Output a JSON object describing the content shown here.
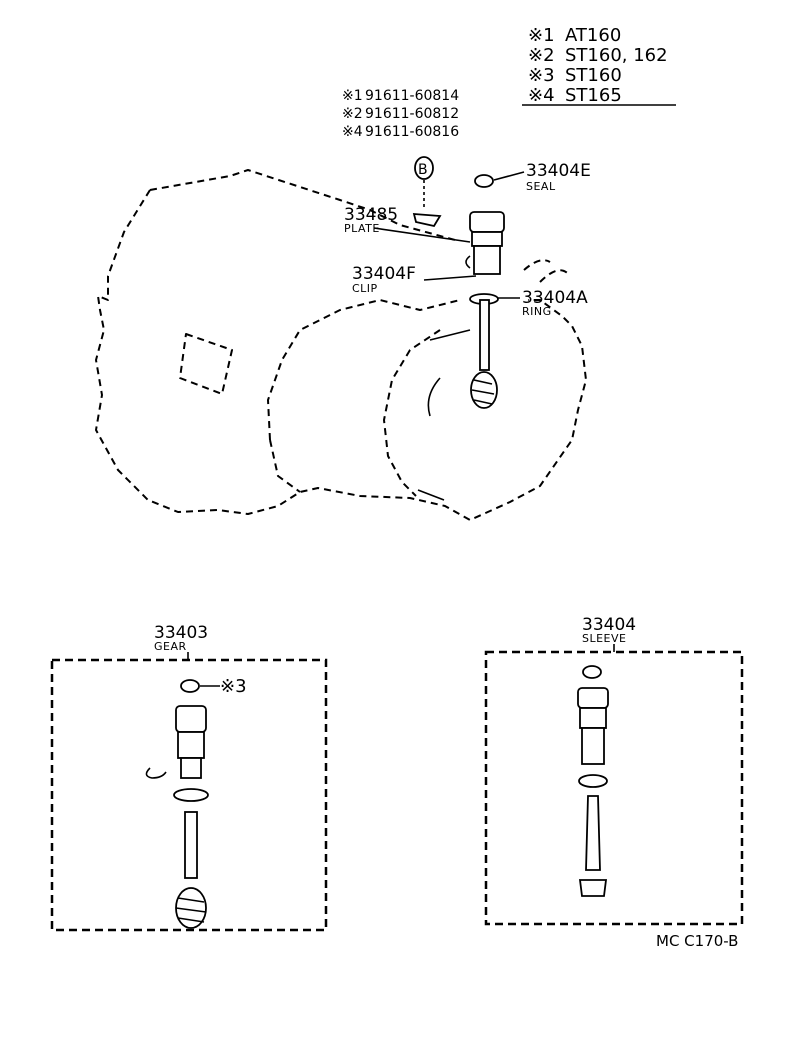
{
  "legend": [
    {
      "mark": "※1",
      "text": "AT160"
    },
    {
      "mark": "※2",
      "text": "ST160, 162"
    },
    {
      "mark": "※3",
      "text": "ST160"
    },
    {
      "mark": "※4",
      "text": "ST165"
    }
  ],
  "bolt_numbers": [
    {
      "mark": "※1",
      "text": "91611-60814"
    },
    {
      "mark": "※2",
      "text": "91611-60812"
    },
    {
      "mark": "※4",
      "text": "91611-60816"
    }
  ],
  "bolt_symbol": "B",
  "callouts": {
    "seal": {
      "number": "33404E",
      "caption": "SEAL"
    },
    "plate": {
      "number": "33485",
      "caption": "PLATE"
    },
    "clip": {
      "number": "33404F",
      "caption": "CLIP"
    },
    "ring": {
      "number": "33404A",
      "caption": "RING"
    },
    "gear": {
      "number": "33403",
      "caption": "GEAR"
    },
    "sleeve": {
      "number": "33404",
      "caption": "SLEEVE"
    }
  },
  "gear_box_note": "※3",
  "drawing_code": "MC C170-B"
}
